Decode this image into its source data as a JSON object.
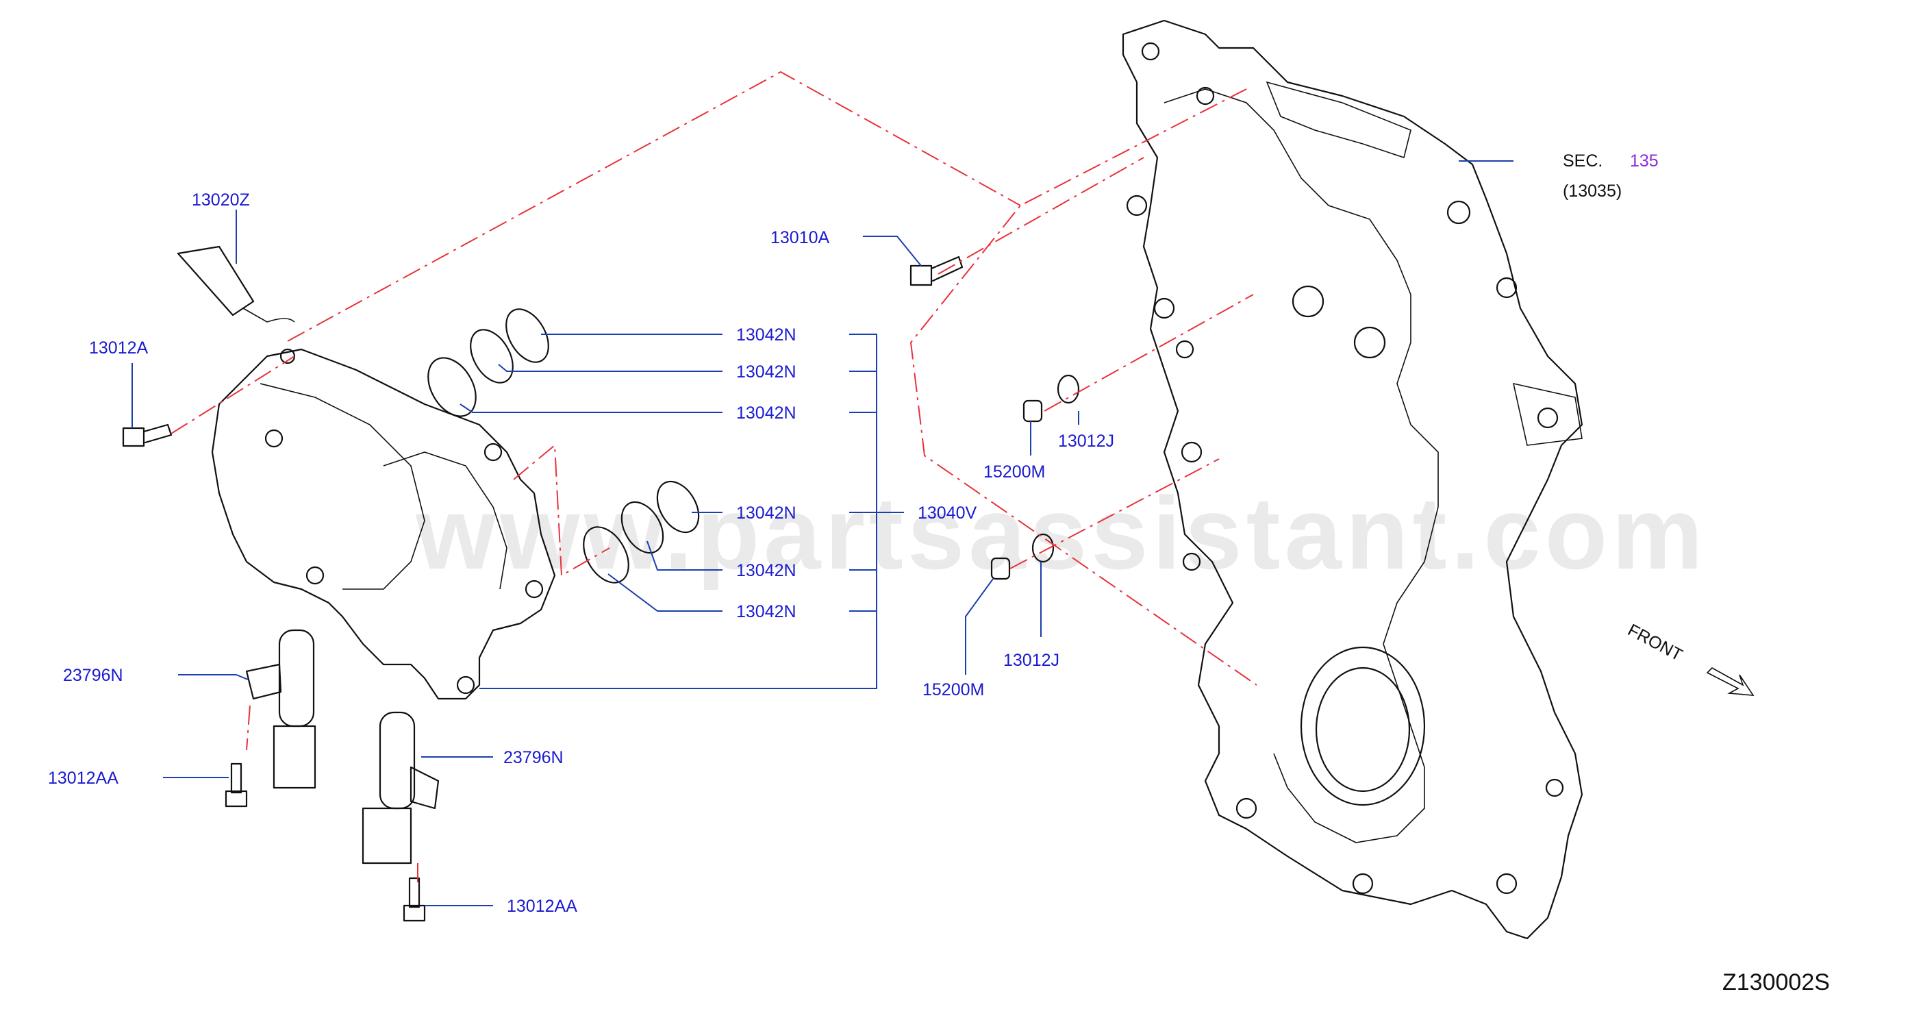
{
  "diagram": {
    "id_code": "Z130002S",
    "watermark": "www.partsassistant.com",
    "direction_label": "FRONT",
    "section_ref": {
      "prefix": "SEC.",
      "number": "135",
      "sub": "(13035)"
    },
    "part_labels": {
      "p13020Z": "13020Z",
      "p13012A": "13012A",
      "p13010A": "13010A",
      "p13042N_1": "13042N",
      "p13042N_2": "13042N",
      "p13042N_3": "13042N",
      "p13042N_4": "13042N",
      "p13042N_5": "13042N",
      "p13042N_6": "13042N",
      "p13040V": "13040V",
      "p13012J_1": "13012J",
      "p13012J_2": "13012J",
      "p15200M_1": "15200M",
      "p15200M_2": "15200M",
      "p23796N_1": "23796N",
      "p23796N_2": "23796N",
      "p13012AA_1": "13012AA",
      "p13012AA_2": "13012AA"
    },
    "colors": {
      "part_number": "#1a1ad0",
      "reference_line": "#e8323a",
      "leader_line": "#1a3fae",
      "section_number": "#8a2be2",
      "watermark": "#d9d9d9"
    }
  }
}
